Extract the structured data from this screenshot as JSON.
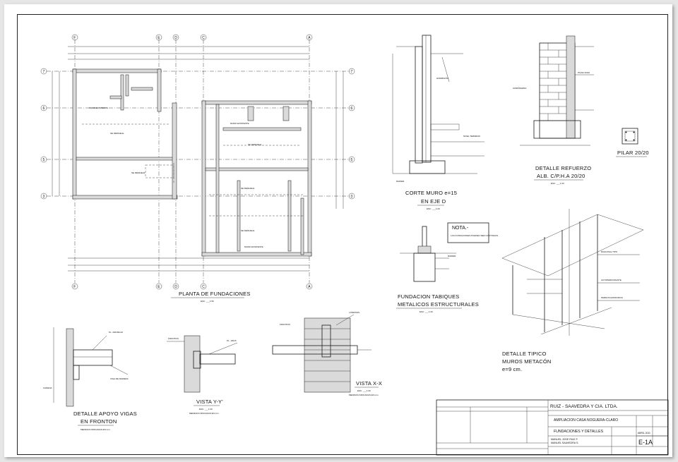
{
  "views": {
    "plan_title": "PLANTA DE FUNDACIONES",
    "plan_scale": "ESC: ___1:50",
    "plan_axes_top": [
      "F",
      "E",
      "D",
      "C",
      "A"
    ],
    "plan_axes_left": [
      "7",
      "6",
      "5",
      "3"
    ],
    "plan_labels": [
      "SE DEMUELE",
      "SE DEMUELE",
      "SE DEMUELE",
      "SE DEMUELE",
      "SE DEMUELE",
      "MURO EXISTENTE",
      "MURO EXISTENTE",
      "MURO EXISTENTE"
    ],
    "corte_title": "CORTE MURO e=15",
    "corte_sub": "EN EJE D",
    "corte_scale": "ESC: ___1:20",
    "refuerzo_title": "DETALLE REFUERZO",
    "refuerzo_sub": "ALB. C/P.H.A 20/20",
    "refuerzo_scale": "ESC: ___1:20",
    "pilar_title": "PILAR 20/20",
    "nota_title": "NOTA.-",
    "nota_text": "LAS FUNDACIONES PUEDEN SER CONTINUAS",
    "tabiques_title": "FUNDACION TABIQUES",
    "tabiques_sub": "METALICOS ESTRUCTURALES",
    "tabiques_scale": "ESC: ___1:20",
    "metacon_title": "DETALLE TIPICO",
    "metacon_sub": "MUROS METACÓN",
    "metacon_sub2": "e=9 cm.",
    "apoyo_title": "DETALLE APOYO VIGAS",
    "apoyo_sub": "EN FRONTON",
    "apoyo_note": "MEDIDAS INDICADAS EN mm",
    "vistayy_title": "VISTA Y-Y'",
    "vistayy_scale": "ESC: ___1:20",
    "vistayy_note": "MEDIDAS INDICADAS EN mm",
    "vistaxx_title": "VISTA X-X",
    "vistaxx_scale": "ESC: ___1:20",
    "vistaxx_note": "MEDIDAS INDICADAS EN mm"
  },
  "titleblock": {
    "company": "RUIZ - SAAVEDRA Y CIA. LTDA.",
    "project": "AMPLIACION CASA NOGUERA-CLARO",
    "content": "FUNDACIONES Y DETALLES",
    "architect1": "MANUEL JOSE RUIZ F.",
    "architect2": "MANUEL SAAVEDRA S.",
    "sheet": "E-1A",
    "date": "ABRIL 2011"
  }
}
